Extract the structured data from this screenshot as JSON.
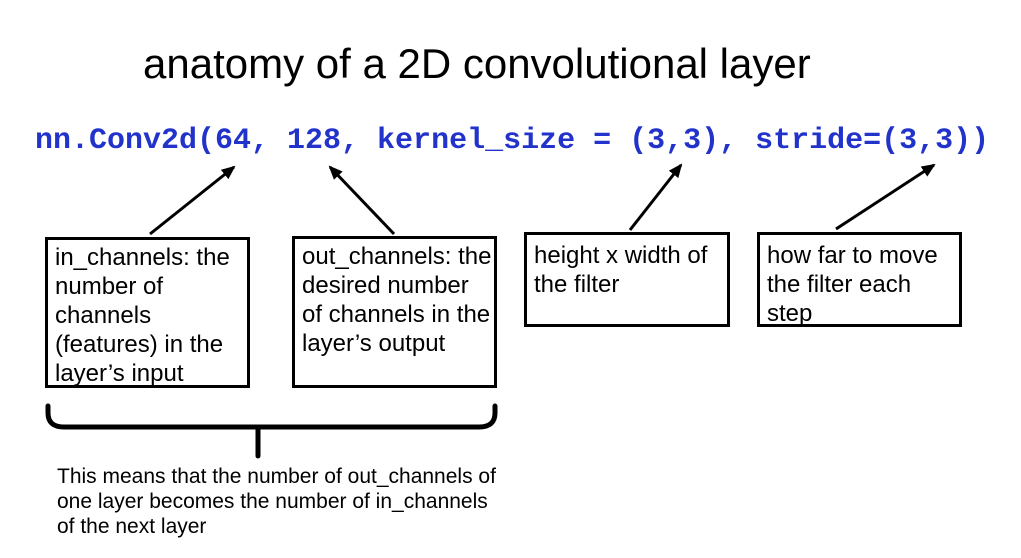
{
  "title": "anatomy of a 2D convolutional layer",
  "code": {
    "text": "nn.Conv2d(64, 128, kernel_size = (3,3), stride=(3,3))",
    "color": "#2233CC"
  },
  "callouts": [
    {
      "id": "in_channels",
      "text": "in_channels: the\nnumber of\nchannels\n(features) in the\nlayer’s input"
    },
    {
      "id": "out_channels",
      "text": "out_channels: the\ndesired number\nof channels in the\nlayer’s output"
    },
    {
      "id": "kernel_size",
      "text": "height x width of\nthe filter"
    },
    {
      "id": "stride",
      "text": "how far to move\nthe filter each\nstep"
    }
  ],
  "note": "This means that the number of out_channels of\none layer becomes the number of in_channels\nof the next layer",
  "diagram_colors": {
    "background": "#FFFFFF",
    "text": "#000000",
    "box_border": "#000000",
    "arrow": "#000000"
  }
}
